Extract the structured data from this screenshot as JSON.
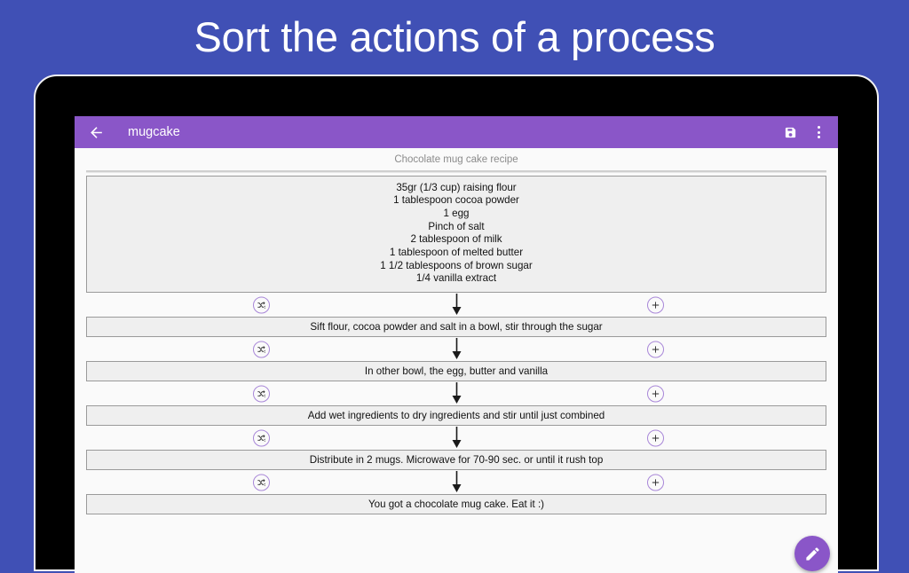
{
  "promo": {
    "headline": "Sort the actions of a process"
  },
  "colors": {
    "background_blue": "#4050b5",
    "toolbar_purple": "#8a56c8",
    "accent_purple_outline": "#a886d8",
    "row_fill": "#efefef",
    "row_border": "#9a9a9a",
    "screen_bg": "#fafafa"
  },
  "app": {
    "toolbar": {
      "back_icon": "back-arrow-icon",
      "title": "mugcake",
      "save_icon": "save-floppy-icon",
      "overflow_icon": "overflow-menu-icon"
    },
    "recipe_caption": "Chocolate mug cake recipe",
    "ingredients": [
      "35gr (1/3 cup) raising flour",
      "1 tablespoon cocoa powder",
      "1 egg",
      "Pinch of salt",
      "2 tablespoon of milk",
      "1 tablespoon of melted butter",
      "1 1/2 tablespoons of brown sugar",
      "1/4 vanilla extract"
    ],
    "connector": {
      "shuffle_icon": "shuffle-icon",
      "arrow_icon": "arrow-down-icon",
      "add_icon": "add-circle-icon"
    },
    "steps": [
      "Sift flour, cocoa powder and salt in a bowl, stir through the sugar",
      "In other bowl, the egg, butter and vanilla",
      "Add wet ingredients to dry ingredients and stir until just combined",
      "Distribute in 2 mugs. Microwave for 70-90 sec. or until it rush top",
      "You got a chocolate mug cake. Eat it :)"
    ],
    "fab": {
      "icon": "edit-pencil-icon"
    }
  }
}
